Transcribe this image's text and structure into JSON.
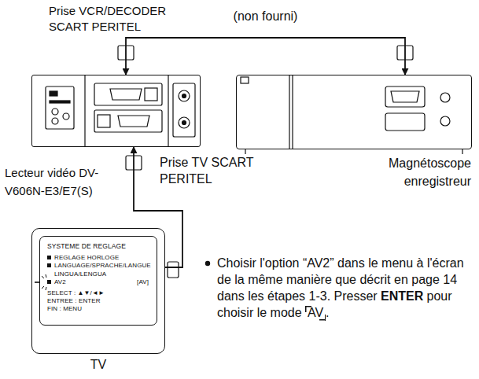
{
  "diagram": {
    "nodes": [
      {
        "text": [
          "Lecteur vidéo DV-V606N-E3/E7(S)"
        ]
      },
      {
        "text": [
          "Magnétoscope enregistreur"
        ]
      },
      {
        "text": [
          "TV"
        ]
      },
      {
        "text": [
          "SYSTEME DE REGLAGE",
          "REGLAGE HORLOGE",
          "LANGUAGE/SPRACHE/LANGUE LINGUA/LENGUA",
          "AV2",
          "[AV]",
          "SELECT : ▲▼/◄►",
          "ENTREE : ENTER",
          "FIN : MENU"
        ],
        "in": 2
      }
    ],
    "edges": [
      {
        "from": 0,
        "to": 1,
        "label": "(non fourni)",
        "arrow": "both"
      },
      {
        "from": 2,
        "to": 0,
        "arrow": "to"
      }
    ],
    "labels": [
      "Prise VCR/DECODER SCART PERITEL",
      "Prise TV SCART PERITEL",
      "Choisir l'option “AV2” dans le menu à l'écran de la même manière que décrit en page 14 dans les étapes 1-3. Presser",
      "ENTER",
      "pour choisir le mode",
      "AV",
      "."
    ]
  }
}
